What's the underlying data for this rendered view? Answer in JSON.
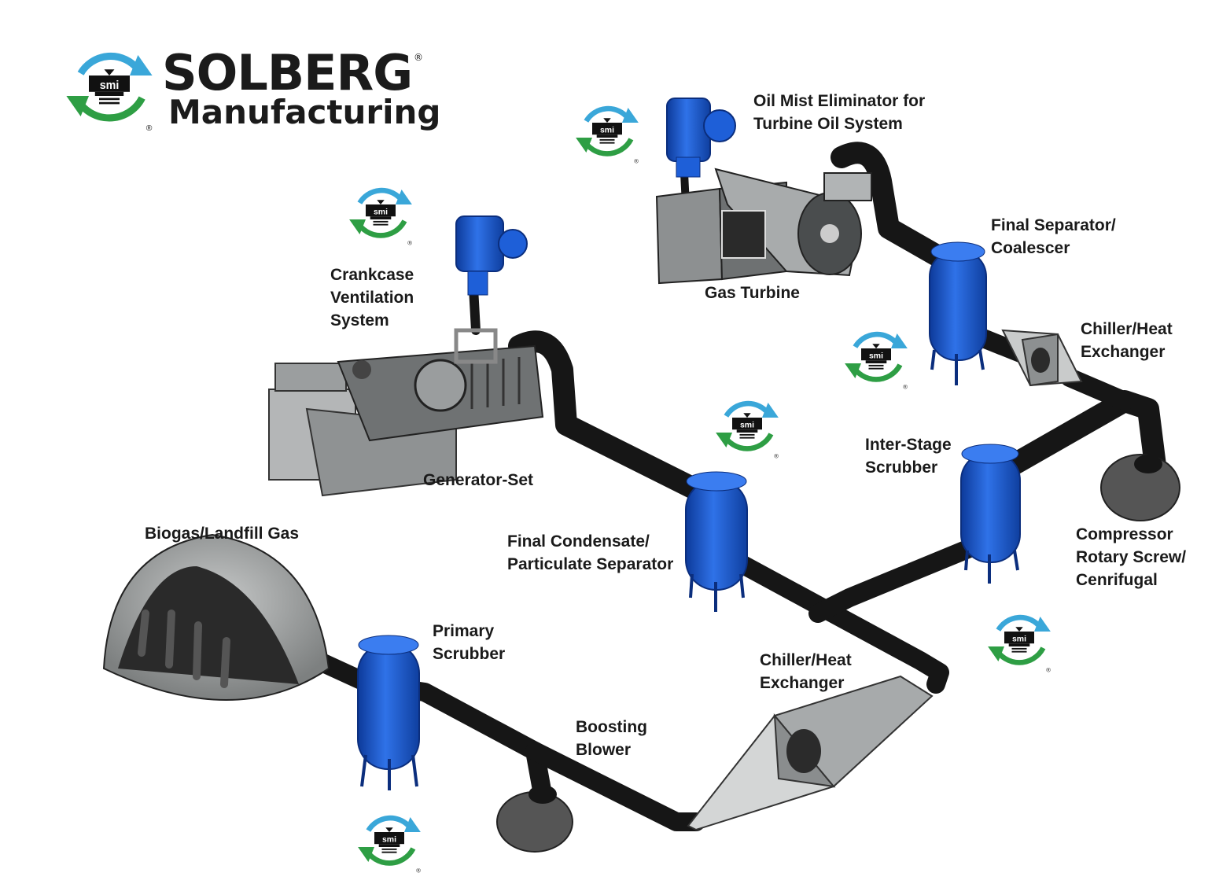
{
  "brand": {
    "name": "SOLBERG",
    "subtitle": "Manufacturing",
    "registered_mark": "®",
    "badge_text": "smi"
  },
  "colors": {
    "pipe": "#161616",
    "vessel_blue": "#1e5fd8",
    "vessel_blue_dark": "#0d3a9a",
    "equipment_gray": "#8b8e8f",
    "arrow_green": "#2e9e44",
    "arrow_blue": "#3aa7d9"
  },
  "labels": {
    "oil_mist_1": "Oil Mist Eliminator for",
    "oil_mist_2": "Turbine Oil System",
    "final_sep_1": "Final Separator/",
    "final_sep_2": "Coalescer",
    "gas_turbine": "Gas Turbine",
    "chiller_top_1": "Chiller/Heat",
    "chiller_top_2": "Exchanger",
    "crankcase_1": "Crankcase",
    "crankcase_2": "Ventilation",
    "crankcase_3": "System",
    "generator": "Generator-Set",
    "inter_stage_1": "Inter-Stage",
    "inter_stage_2": "Scrubber",
    "compressor_1": "Compressor",
    "compressor_2": "Rotary Screw/",
    "compressor_3": "Cenrifugal",
    "biogas": "Biogas/Landfill Gas",
    "final_cond_1": "Final Condensate/",
    "final_cond_2": "Particulate Separator",
    "primary_1": "Primary",
    "primary_2": "Scrubber",
    "chiller_bottom_1": "Chiller/Heat",
    "chiller_bottom_2": "Exchanger",
    "boosting_1": "Boosting",
    "boosting_2": "Blower"
  }
}
